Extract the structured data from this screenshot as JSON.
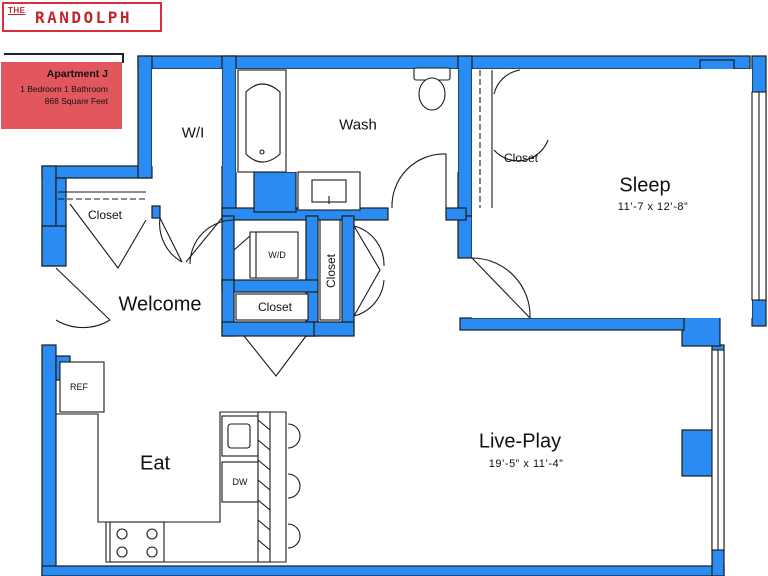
{
  "brand": {
    "prefix": "THE",
    "name": "RANDOLPH"
  },
  "unit": {
    "title": "Apartment J",
    "layout": "1 Bedroom 1 Bathroom",
    "area": "868 Square Feet"
  },
  "rooms": {
    "walk_in": "W/I",
    "wash": "Wash",
    "sleep": "Sleep",
    "sleep_dims": "11’-7  x 12’-8”",
    "closet": "Closet",
    "welcome": "Welcome",
    "eat": "Eat",
    "live_play": "Live-Play",
    "live_play_dims": "19’-5”  x 11’-4”"
  },
  "fixtures": {
    "washer_dryer": "W/D",
    "refrigerator": "REF",
    "dishwasher": "DW"
  },
  "colors": {
    "wall": "#2a8cf2",
    "outline": "#1a1a1a",
    "brand_red": "#c0262f",
    "unit_box": "#e2565e"
  }
}
